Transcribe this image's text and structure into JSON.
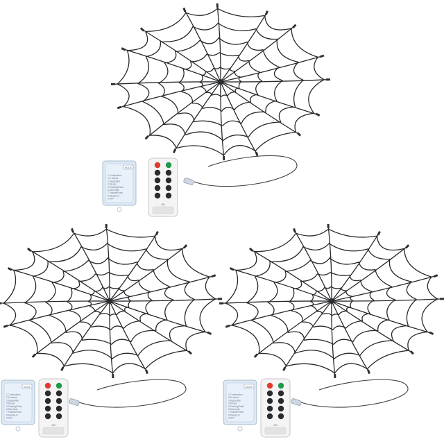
{
  "product": {
    "sets": [
      {
        "id": "top"
      },
      {
        "id": "bottom-left"
      },
      {
        "id": "bottom-right"
      }
    ],
    "battery_box": {
      "button_label": "MODE",
      "modes": [
        "1.Combination",
        "2.In waves",
        "3.Sequential",
        "4.Slo-glo",
        "5.Chasing/Flash",
        "6.Slow fade",
        "7.Twinkle/Flash",
        "8.Steady on",
        "9.OFF"
      ]
    },
    "remote": {
      "label": "ON"
    },
    "colors": {
      "web": "#26282b",
      "battery_box": "#dde9f5",
      "remote_body": "#f4f4f4",
      "remote_red": "#e23b2e",
      "remote_green": "#1f9a4a"
    }
  }
}
